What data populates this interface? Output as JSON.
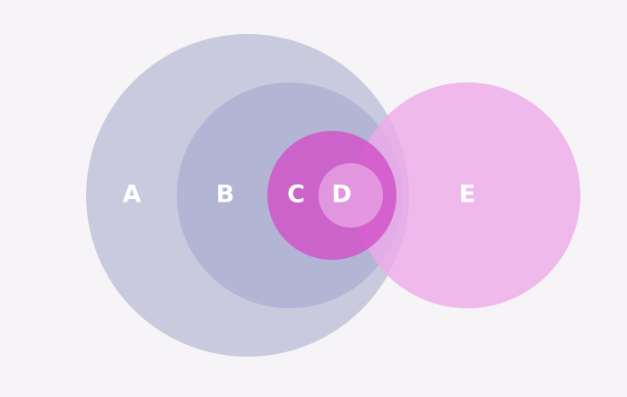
{
  "diagram": {
    "background": "#f6f4f6",
    "sets": [
      {
        "id": "A",
        "label": "A",
        "color": "#a6a7cc",
        "opacity": 0.55
      },
      {
        "id": "B",
        "label": "B",
        "color": "#9c9fcb",
        "opacity": 0.5
      },
      {
        "id": "C",
        "label": "C",
        "color": "#d24fc8",
        "opacity": 0.8
      },
      {
        "id": "D",
        "label": "D",
        "color": "#f3c3ee",
        "opacity": 0.55
      },
      {
        "id": "E",
        "label": "E",
        "color": "#eeaaea",
        "opacity": 0.8
      }
    ]
  }
}
